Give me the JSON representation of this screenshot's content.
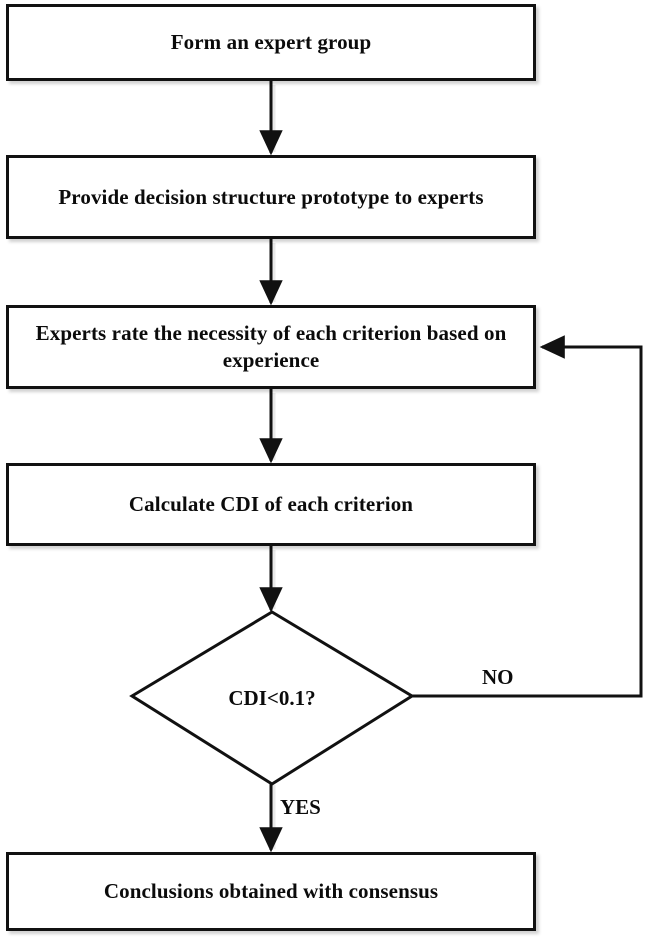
{
  "diagram": {
    "title": "Expert group consensus flowchart",
    "colors": {
      "stroke": "#111111",
      "fill": "#ffffff",
      "text": "#0b0b0b"
    },
    "nodes": [
      {
        "id": "form-expert-group",
        "type": "process",
        "text": "Form an expert group"
      },
      {
        "id": "provide-prototype",
        "type": "process",
        "text": "Provide decision structure prototype to experts"
      },
      {
        "id": "experts-rate",
        "type": "process",
        "text": "Experts rate the necessity of each criterion based on experience"
      },
      {
        "id": "calculate-cdi",
        "type": "process",
        "text": "Calculate CDI of each criterion"
      },
      {
        "id": "cdi-decision",
        "type": "decision",
        "text": "CDI<0.1?"
      },
      {
        "id": "conclusions",
        "type": "process",
        "text": "Conclusions obtained with consensus"
      }
    ],
    "edges": [
      {
        "id": "e1",
        "from": "form-expert-group",
        "to": "provide-prototype",
        "label": ""
      },
      {
        "id": "e2",
        "from": "provide-prototype",
        "to": "experts-rate",
        "label": ""
      },
      {
        "id": "e3",
        "from": "experts-rate",
        "to": "calculate-cdi",
        "label": ""
      },
      {
        "id": "e4",
        "from": "calculate-cdi",
        "to": "cdi-decision",
        "label": ""
      },
      {
        "id": "e5",
        "from": "cdi-decision",
        "to": "conclusions",
        "label": "YES"
      },
      {
        "id": "e6",
        "from": "cdi-decision",
        "to": "experts-rate",
        "label": "NO"
      }
    ],
    "labels": {
      "yes": "YES",
      "no": "NO"
    }
  }
}
